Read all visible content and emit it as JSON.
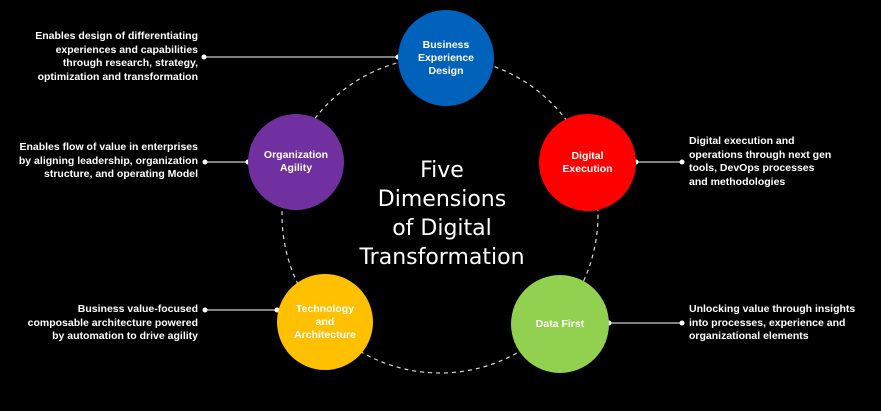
{
  "title": "Five\nDimensions\nof Digital\nTransformation",
  "dimensions": [
    {
      "label": "Business\nExperience\nDesign",
      "color": "#0062BA",
      "description": "Enables design of differentiating\nexperiences and capabilities\nthrough research, strategy,\noptimization and transformation"
    },
    {
      "label": "Digital\nExecution",
      "color": "#FF0000",
      "description": "Digital execution and\noperations through next gen\ntools, DevOps processes\nand methodologies"
    },
    {
      "label": "Data First",
      "color": "#92D050",
      "description": "Unlocking value through insights\ninto processes, experience and\norganizational elements"
    },
    {
      "label": "Technology\nand\nArchitecture",
      "color": "#FFC000",
      "description": "Business value-focused\ncomposable architecture powered\nby automation to drive agility"
    },
    {
      "label": "Organization\nAgility",
      "color": "#7030A0",
      "description": "Enables flow of value in enterprises\nby aligning leadership, organization\nstructure, and operating Model"
    }
  ]
}
